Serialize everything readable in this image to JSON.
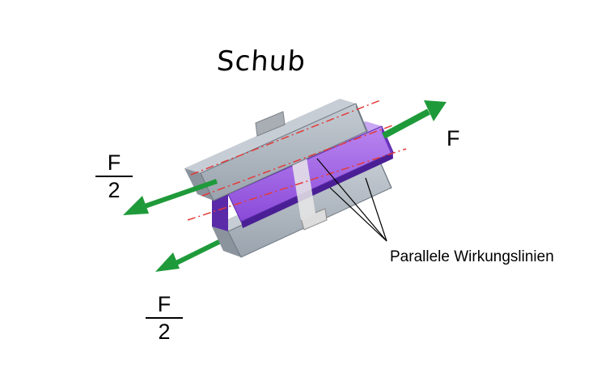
{
  "title": "Schub",
  "force_full": "F",
  "force_half_upper": {
    "numerator": "F",
    "denominator": "2"
  },
  "force_half_lower": {
    "numerator": "F",
    "denominator": "2"
  },
  "annotation": "Parallele Wirkungslinien",
  "colors": {
    "outer_plate": "#9ea7b2",
    "outer_plate_dark": "#6f7883",
    "inner_plate": "#a25fe6",
    "inner_plate_dark": "#5a2aa8",
    "arrow": "#1f9a3a",
    "action_line": "#e43a3a",
    "pin": "#e6e6e6"
  },
  "icons": {
    "force_arrow": "arrow-icon",
    "rivet": "rivet-icon"
  }
}
